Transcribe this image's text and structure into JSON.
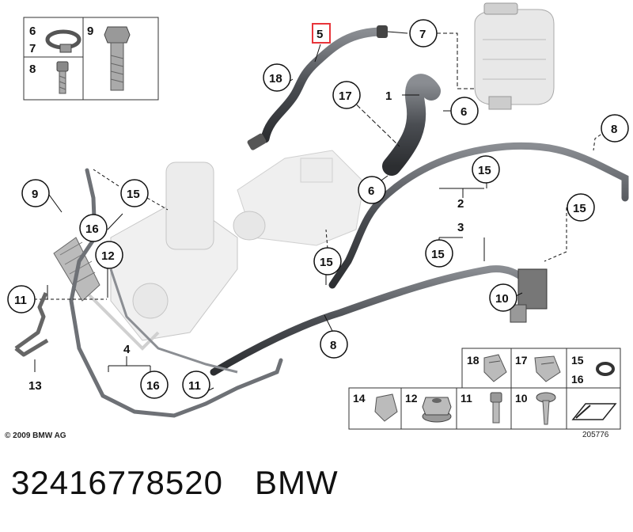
{
  "legend_top_left": {
    "c6": "6",
    "c7": "7",
    "c8": "8",
    "c9": "9"
  },
  "callouts": {
    "c5": "5",
    "c7": "7",
    "c18": "18",
    "c17": "17",
    "c1": "1",
    "c6a": "6",
    "c8a": "8",
    "c15a": "15",
    "c2": "2",
    "c3": "3",
    "c15b": "15",
    "c15c": "15",
    "c6b": "6",
    "c9": "9",
    "c15d": "15",
    "c16a": "16",
    "c12": "12",
    "c11a": "11",
    "c15e": "15",
    "c10": "10",
    "c8b": "8",
    "c4": "4",
    "c16b": "16",
    "c11b": "11",
    "c13": "13"
  },
  "parts_table": {
    "c18": "18",
    "c17": "17",
    "c15": "15",
    "c16": "16",
    "c14": "14",
    "c12": "12",
    "c11": "11",
    "c10": "10"
  },
  "copyright": "© 2009 BMW AG",
  "diagram_id": "205776",
  "footer": {
    "part_number": "32416778520",
    "brand": "BMW"
  },
  "colors": {
    "highlight": "#e8343a",
    "hose": "#55585d",
    "line": "#111111"
  }
}
